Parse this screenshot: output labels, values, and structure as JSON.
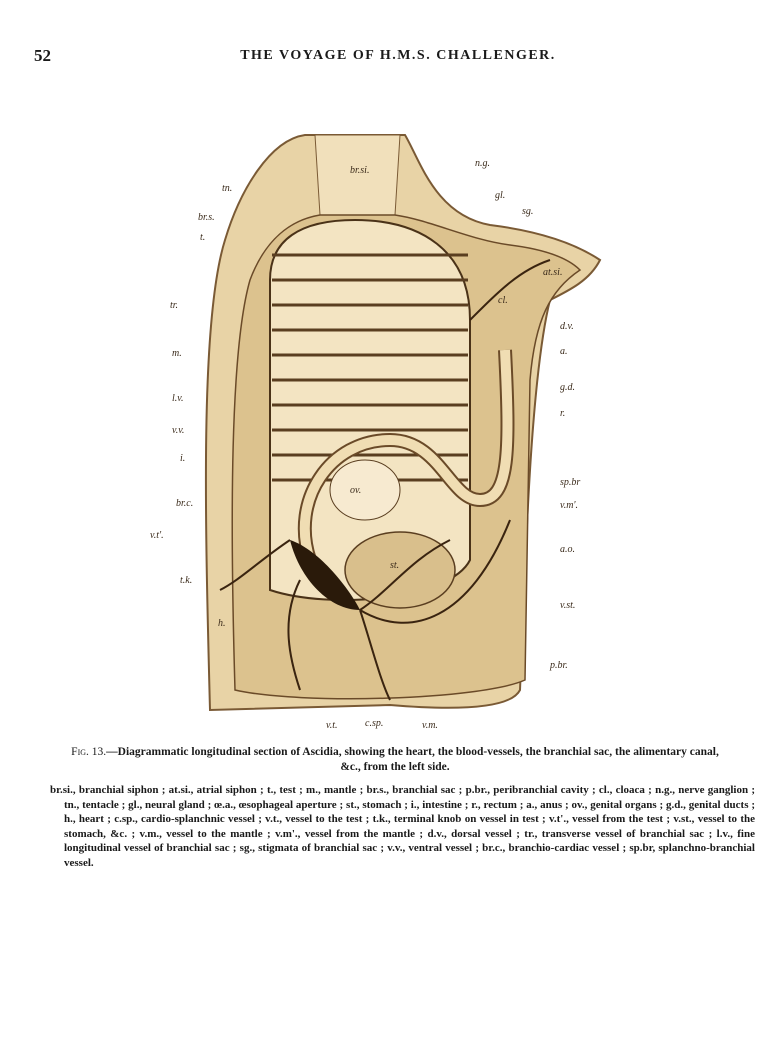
{
  "header": {
    "page_number": "52",
    "running_title": "THE VOYAGE OF H.M.S. CHALLENGER."
  },
  "figure": {
    "labels": {
      "br_si": "br.si.",
      "tn": "tn.",
      "br_s": "br.s.",
      "t": "t.",
      "tr": "tr.",
      "m": "m.",
      "l_v": "l.v.",
      "v_v": "v.v.",
      "i": "i.",
      "br_c": "br.c.",
      "v_t_prime": "v.t'.",
      "t_k": "t.k.",
      "h": "h.",
      "v_t": "v.t.",
      "c_sp": "c.sp.",
      "v_m": "v.m.",
      "p_br": "p.br.",
      "v_st": "v.st.",
      "a_o": "a.o.",
      "v_m_prime": "v.m'.",
      "sp_br": "sp.br",
      "n_g": "n.g.",
      "gl": "gl.",
      "sg": "sg.",
      "at_si": "at.si.",
      "cl": "cl.",
      "d_v": "d.v.",
      "a": "a.",
      "g_d": "g.d.",
      "r": "r.",
      "ov": "ov.",
      "st": "st."
    },
    "caption_prefix": "Fig. 13.",
    "caption": "—Diagrammatic longitudinal section of Ascidia, showing the heart, the blood-vessels, the branchial sac, the alimentary canal, &c., from the left side.",
    "legend": "br.si., branchial siphon ; at.si., atrial siphon ; t., test ; m., mantle ; br.s., branchial sac ; p.br., peribranchial cavity ; cl., cloaca ; n.g., nerve ganglion ; tn., tentacle ; gl., neural gland ; œ.a., œsophageal aperture ; st., stomach ; i., intestine ; r., rectum ; a., anus ; ov., genital organs ; g.d., genital ducts ; h., heart ; c.sp., cardio-splanchnic vessel ; v.t., vessel to the test ; t.k., terminal knob on vessel in test ; v.t'., vessel from the test ; v.st., vessel to the stomach, &c. ; v.m., vessel to the mantle ; v.m'., vessel from the mantle ; d.v., dorsal vessel ; tr., transverse vessel of branchial sac ; l.v., fine longitudinal vessel of branchial sac ; sg., stigmata of branchial sac ; v.v., ventral vessel ; br.c., branchio-cardiac vessel ; sp.br, splanchno-branchial vessel."
  }
}
